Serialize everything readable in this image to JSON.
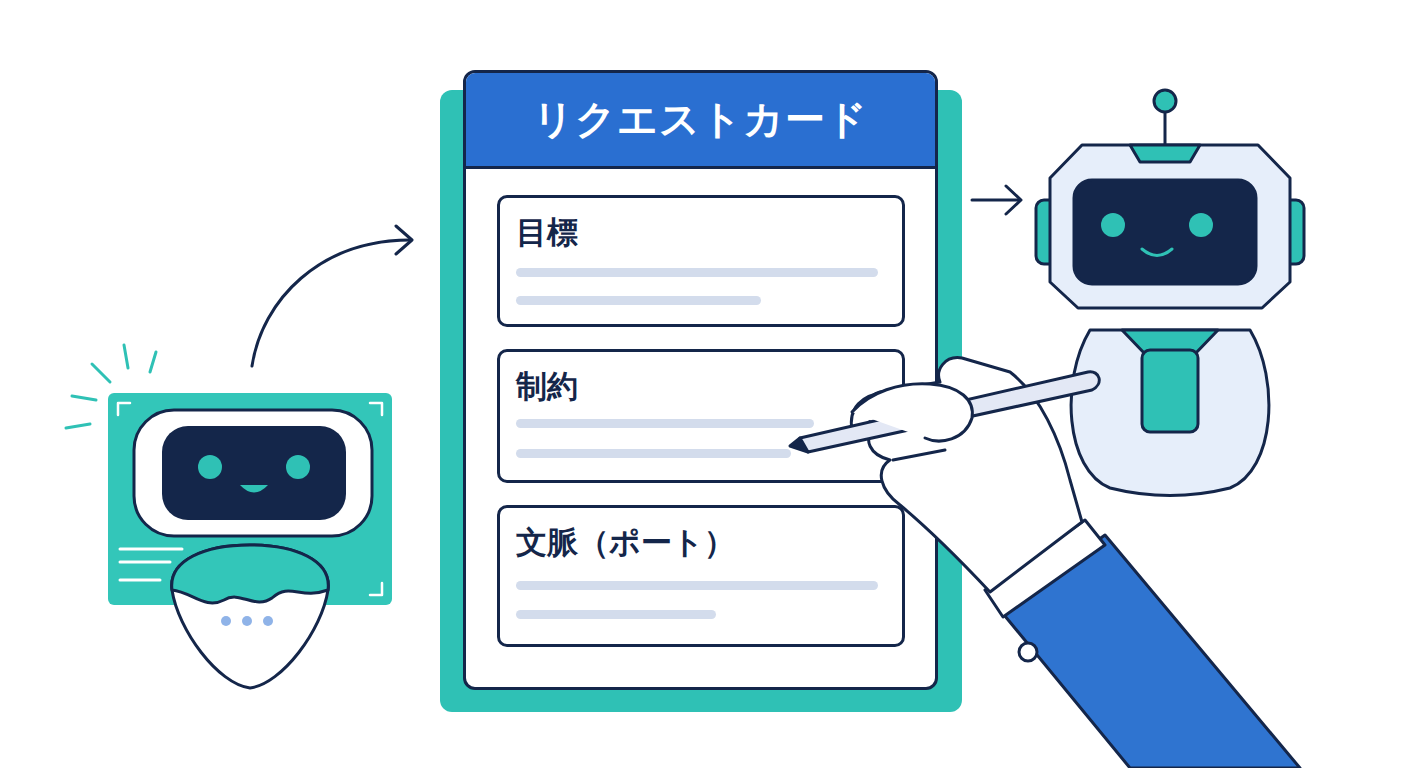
{
  "diagram": {
    "nodes": [
      {
        "text": [
          "リクエストカード"
        ]
      },
      {
        "text": [
          "目標"
        ],
        "in": 0
      },
      {
        "text": [
          "制約"
        ],
        "in": 0
      },
      {
        "text": [
          "文脈（ポート）"
        ],
        "in": 0
      }
    ]
  }
}
